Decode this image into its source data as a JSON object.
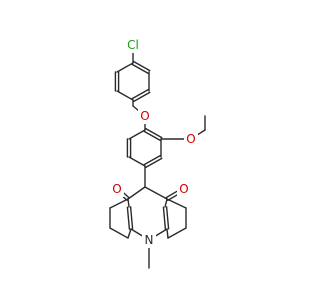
{
  "molecule": {
    "atom_colors": {
      "C": "#2a2a2a",
      "N": "#2a2a2a",
      "O": "#d40000",
      "Cl": "#1a9a1a"
    },
    "atoms": [
      {
        "label": "Cl",
        "element": "Cl"
      },
      {
        "label": "O",
        "element": "O"
      },
      {
        "label": "O",
        "element": "O"
      },
      {
        "label": "O",
        "element": "O"
      },
      {
        "label": "O",
        "element": "O"
      },
      {
        "label": "N",
        "element": "N"
      },
      {
        "label": "",
        "element": "C"
      },
      {
        "label": "",
        "element": "C"
      },
      {
        "label": "",
        "element": "C"
      },
      {
        "label": "",
        "element": "C"
      },
      {
        "label": "",
        "element": "C"
      },
      {
        "label": "",
        "element": "C"
      },
      {
        "label": "",
        "element": "C"
      },
      {
        "label": "",
        "element": "C"
      },
      {
        "label": "",
        "element": "C"
      },
      {
        "label": "",
        "element": "C"
      },
      {
        "label": "",
        "element": "C"
      },
      {
        "label": "",
        "element": "C"
      },
      {
        "label": "",
        "element": "C"
      },
      {
        "label": "",
        "element": "C"
      },
      {
        "label": "",
        "element": "C"
      },
      {
        "label": "",
        "element": "C"
      },
      {
        "label": "",
        "element": "C"
      },
      {
        "label": "",
        "element": "C"
      },
      {
        "label": "",
        "element": "C"
      },
      {
        "label": "",
        "element": "C"
      },
      {
        "label": "",
        "element": "C"
      },
      {
        "label": "",
        "element": "C"
      },
      {
        "label": "",
        "element": "C"
      },
      {
        "label": "",
        "element": "C"
      },
      {
        "label": "",
        "element": "C"
      },
      {
        "label": "",
        "element": "C"
      },
      {
        "label": "",
        "element": "C"
      },
      {
        "label": "",
        "element": "C"
      }
    ],
    "bonds": [
      [
        0,
        6,
        1
      ],
      [
        6,
        7,
        2
      ],
      [
        7,
        8,
        1
      ],
      [
        8,
        9,
        2
      ],
      [
        9,
        10,
        1
      ],
      [
        10,
        11,
        2
      ],
      [
        11,
        6,
        1
      ],
      [
        9,
        12,
        1
      ],
      [
        12,
        1,
        1
      ],
      [
        1,
        13,
        1
      ],
      [
        13,
        14,
        2
      ],
      [
        14,
        15,
        1
      ],
      [
        15,
        16,
        2
      ],
      [
        16,
        17,
        1
      ],
      [
        17,
        18,
        2
      ],
      [
        18,
        13,
        1
      ],
      [
        14,
        2,
        1
      ],
      [
        2,
        19,
        1
      ],
      [
        19,
        20,
        1
      ],
      [
        16,
        21,
        1
      ],
      [
        21,
        22,
        1
      ],
      [
        22,
        3,
        2
      ],
      [
        22,
        23,
        1
      ],
      [
        23,
        24,
        1
      ],
      [
        24,
        25,
        1
      ],
      [
        25,
        26,
        1
      ],
      [
        26,
        27,
        2
      ],
      [
        27,
        22,
        1
      ],
      [
        21,
        28,
        1
      ],
      [
        28,
        4,
        2
      ],
      [
        28,
        29,
        1
      ],
      [
        29,
        30,
        1
      ],
      [
        30,
        31,
        1
      ],
      [
        31,
        32,
        1
      ],
      [
        32,
        33,
        2
      ],
      [
        33,
        28,
        1
      ],
      [
        26,
        5,
        1
      ],
      [
        5,
        32,
        1
      ],
      [
        5,
        34,
        1
      ]
    ]
  }
}
